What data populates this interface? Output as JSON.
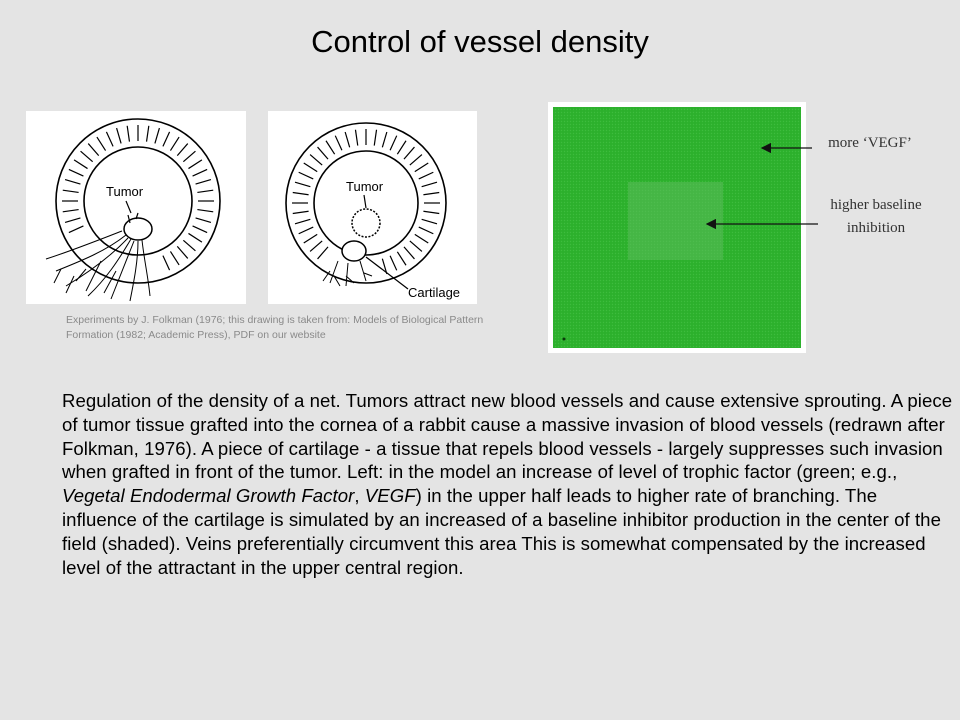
{
  "title": "Control of vessel density",
  "figure_left": {
    "label_tumor": "Tumor"
  },
  "figure_mid": {
    "label_tumor": "Tumor",
    "label_cartilage": "Cartilage"
  },
  "caption": "Experiments by J. Folkman (1976;  this drawing is taken from: Models of Biological Pattern Formation (1982; Academic Press), PDF on our website",
  "simulation": {
    "annotation_vegf": "more ‘VEGF’",
    "annotation_inhibition_line1": "higher baseline",
    "annotation_inhibition_line2": "inhibition",
    "colors": {
      "field": "#2db52d",
      "shaded": "#58b658",
      "frame": "#ffffff"
    }
  },
  "body": {
    "part1": "Regulation of the density of a net. Tumors attract new blood vessels and cause extensive sprouting. A piece of tumor tissue grafted into the cornea of a rabbit cause a massive invasion of blood vessels (redrawn after Folkman, 1976). A piece of cartilage - a tissue that repels blood vessels - largely suppresses such invasion when grafted in front of the tumor. Left: in the model an increase of level of trophic factor (green; e.g., ",
    "italic": "Vegetal Endodermal Growth Factor",
    "part2": ", ",
    "italic2": "VEGF",
    "part3": ") in the upper half leads to higher rate of branching. The influence of the cartilage is simulated by an increased of a baseline inhibitor production in the center of the field (shaded). Veins preferentially circumvent this area This is somewhat compensated by the increased level of the attractant in the upper central region."
  }
}
